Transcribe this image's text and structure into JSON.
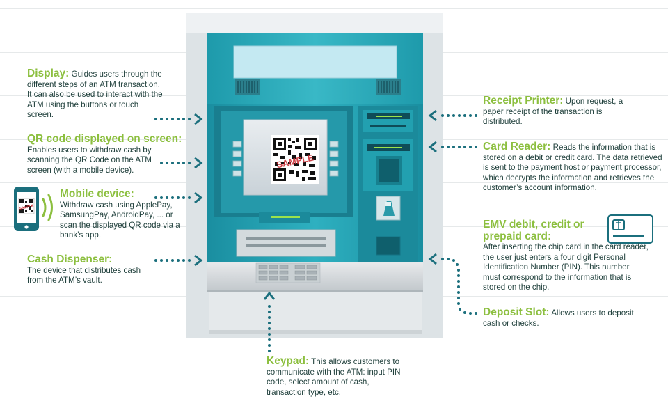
{
  "labels": {
    "display": {
      "title": "Display:",
      "text": "Guides users through the different steps of an ATM transaction. It can also be used to interact with the ATM using the buttons or touch screen."
    },
    "qr": {
      "title": "QR code displayed on screen:",
      "text": "Enables users to withdraw cash by scanning the QR Code on the ATM screen (with a mobile device)."
    },
    "mobile": {
      "title": "Mobile device:",
      "text": "Withdraw cash using ApplePay, SamsungPay, AndroidPay, ... or scan the displayed QR code via a bank’s app."
    },
    "cash": {
      "title": "Cash Dispenser:",
      "text": "The device that distributes cash from the ATM’s vault."
    },
    "receipt": {
      "title": "Receipt Printer:",
      "text": "Upon request, a paper receipt of the transaction is distributed."
    },
    "card_reader": {
      "title": "Card Reader:",
      "text": "Reads the information that is stored on a debit or credit card. The data retrieved is sent to the payment host or payment processor, which decrypts the information and retrieves the customer’s account information."
    },
    "emv": {
      "title": "EMV debit, credit or prepaid card:",
      "text": "After inserting the chip card in the card reader, the user just enters a four digit Personal Identification Number (PIN). This number must correspond to the information that is stored on the chip."
    },
    "deposit": {
      "title": "Deposit Slot:",
      "text": "Allows users to deposit cash or checks."
    },
    "keypad": {
      "title": "Keypad:",
      "text": "This allows customers to communicate with the ATM: input PIN code, select amount of cash, transaction type, etc."
    }
  },
  "screen": {
    "qr_watermark": "SAMPLE"
  },
  "colors": {
    "accent_green": "#8cbf3f",
    "atm_teal": "#2aa8b7",
    "dark_teal": "#1b6f7d",
    "body_text": "#20403c"
  },
  "icons": [
    "smartphone-icon",
    "qr-code-icon",
    "wireless-signal-icon",
    "chip-card-icon"
  ]
}
